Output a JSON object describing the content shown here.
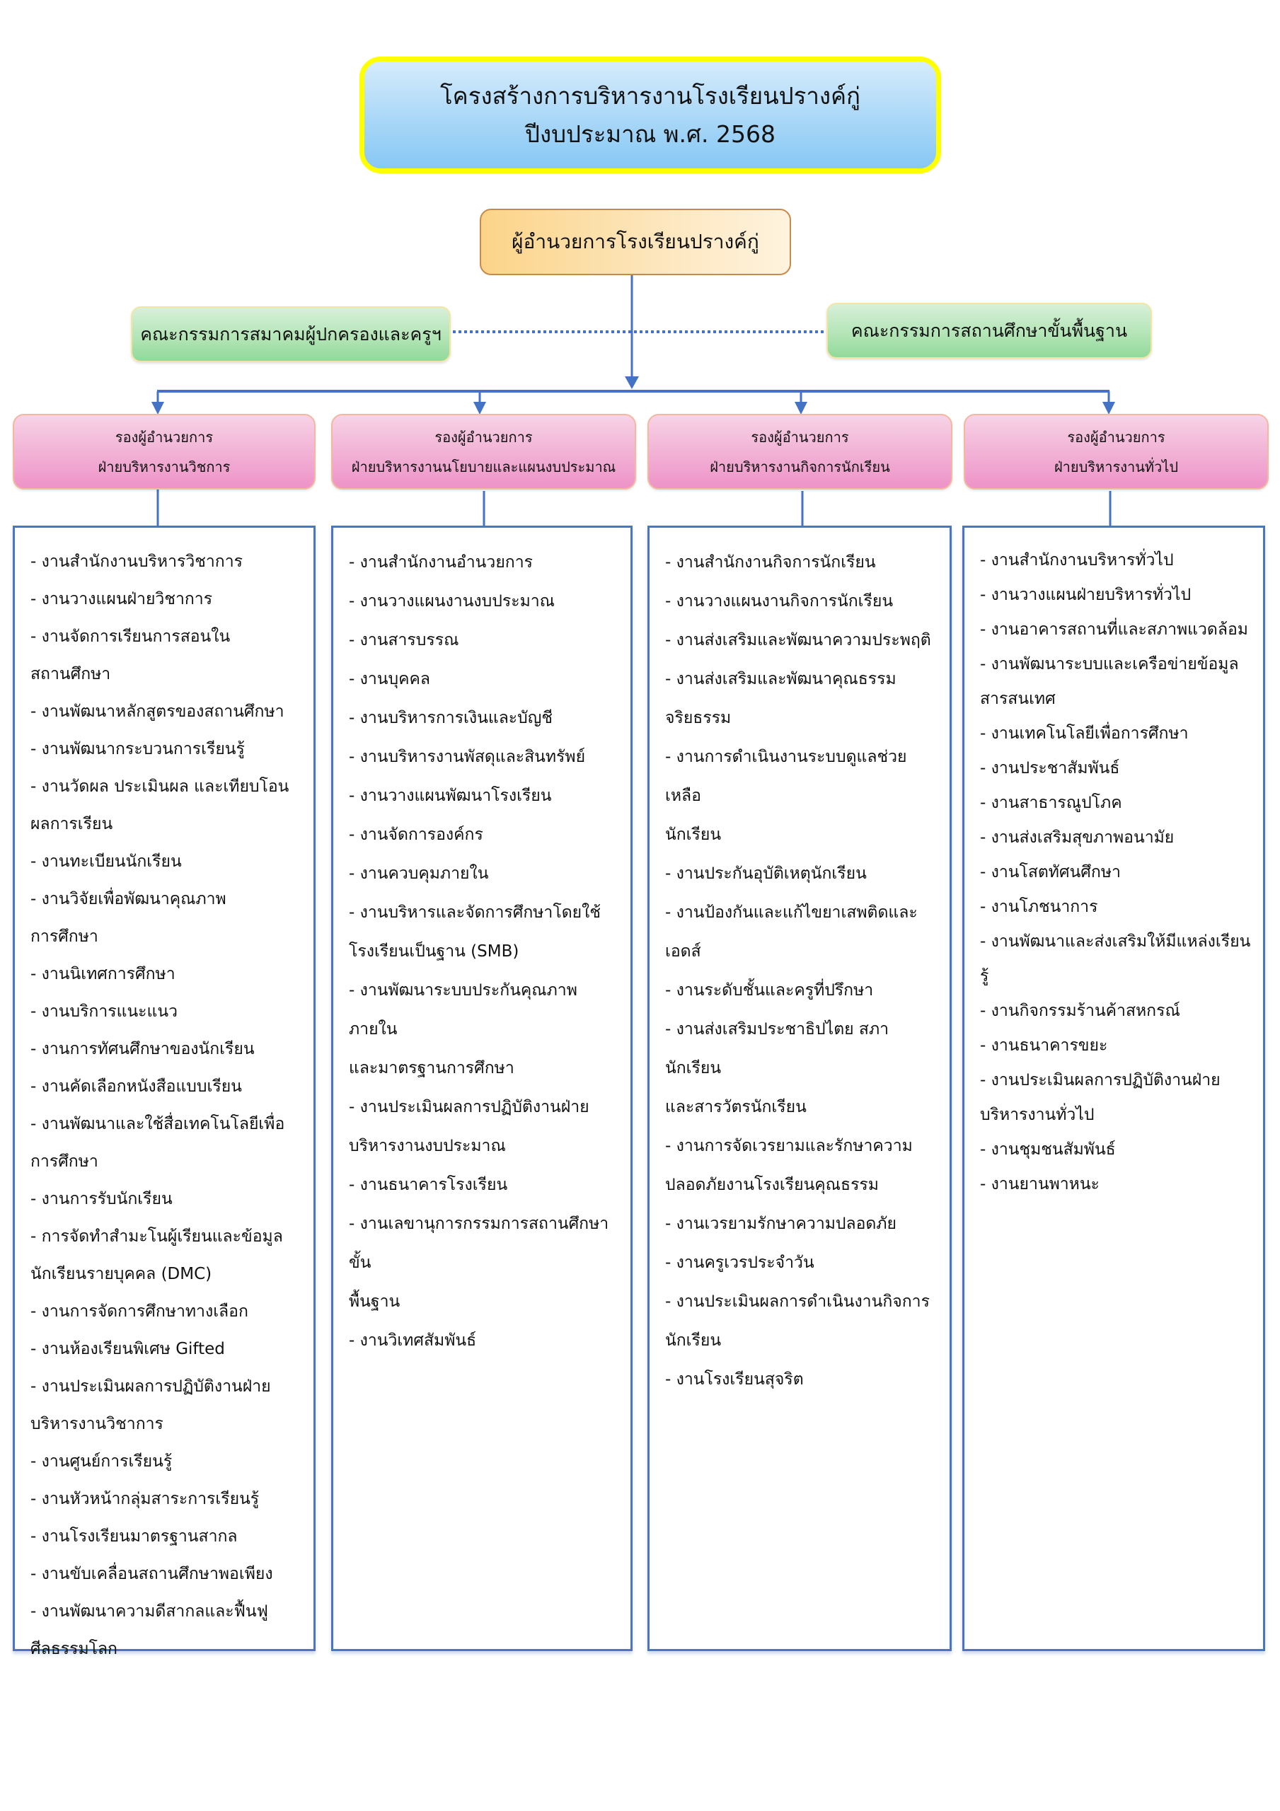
{
  "title": {
    "line1": "โครงสร้างการบริหารงานโรงเรียนปรางค์กู่",
    "line2": "ปีงบประมาณ พ.ศ. 2568"
  },
  "director": "ผู้อำนวยการโรงเรียนปรางค์กู่",
  "committees": {
    "left": "คณะกรรมการสมาคมผู้ปกครองและครูฯ",
    "right": "คณะกรรมการสถานศึกษาขั้นพื้นฐาน"
  },
  "colors": {
    "connector": "#4472c4",
    "title_border": "#ffff00",
    "list_border": "#4a74c4"
  },
  "departments": [
    {
      "role": "รองผู้อำนวยการ",
      "name": "ฝ่ายบริหารงานวิชการ",
      "tasks": [
        "- งานสำนักงานบริหารวิชาการ",
        "- งานวางแผนฝ่ายวิชาการ",
        "- งานจัดการเรียนการสอนใน",
        "สถานศึกษา",
        "- งานพัฒนาหลักสูตรของสถานศึกษา",
        "- งานพัฒนากระบวนการเรียนรู้",
        "- งานวัดผล ประเมินผล และเทียบโอน",
        "ผลการเรียน",
        "- งานทะเบียนนักเรียน",
        "- งานวิจัยเพื่อพัฒนาคุณภาพ",
        "การศึกษา",
        "- งานนิเทศการศึกษา",
        "- งานบริการแนะแนว",
        "- งานการทัศนศึกษาของนักเรียน",
        "- งานคัดเลือกหนังสือแบบเรียน",
        "- งานพัฒนาและใช้สื่อเทคโนโลยีเพื่อ",
        "การศึกษา",
        "- งานการรับนักเรียน",
        "- การจัดทำสำมะโนผู้เรียนและข้อมูล",
        "นักเรียนรายบุคคล (DMC)",
        "- งานการจัดการศึกษาทางเลือก",
        "- งานห้องเรียนพิเศษ Gifted",
        "- งานประเมินผลการปฏิบัติงานฝ่าย",
        "บริหารงานวิชาการ",
        "- งานศูนย์การเรียนรู้",
        "- งานหัวหน้ากลุ่มสาระการเรียนรู้",
        "- งานโรงเรียนมาตรฐานสากล",
        "- งานขับเคลื่อนสถานศึกษาพอเพียง",
        "- งานพัฒนาความดีสากลและฟื้นฟู",
        "ศีลธรรมโลก"
      ]
    },
    {
      "role": "รองผู้อำนวยการ",
      "name": "ฝ่ายบริหารงานนโยบายและแผนงบประมาณ",
      "tasks": [
        "- งานสำนักงานอำนวยการ",
        "- งานวางแผนงานงบประมาณ",
        "- งานสารบรรณ",
        "- งานบุคคล",
        "- งานบริหารการเงินและบัญชี",
        "- งานบริหารงานพัสดุและสินทรัพย์",
        "- งานวางแผนพัฒนาโรงเรียน",
        "- งานจัดการองค์กร",
        "- งานควบคุมภายใน",
        "- งานบริหารและจัดการศึกษาโดยใช้",
        "โรงเรียนเป็นฐาน (SMB)",
        "- งานพัฒนาระบบประกันคุณภาพภายใน",
        "และมาตรฐานการศึกษา",
        "- งานประเมินผลการปฏิบัติงานฝ่าย",
        "บริหารงานงบประมาณ",
        "- งานธนาคารโรงเรียน",
        "- งานเลขานุการกรรมการสถานศึกษาขั้น",
        "พื้นฐาน",
        "- งานวิเทศสัมพันธ์"
      ]
    },
    {
      "role": "รองผู้อำนวยการ",
      "name": "ฝ่ายบริหารงานกิจการนักเรียน",
      "tasks": [
        "- งานสำนักงานกิจการนักเรียน",
        "- งานวางแผนงานกิจการนักเรียน",
        "- งานส่งเสริมและพัฒนาความประพฤติ",
        "- งานส่งเสริมและพัฒนาคุณธรรม",
        "จริยธรรม",
        "- งานการดำเนินงานระบบดูแลช่วยเหลือ",
        "นักเรียน",
        "- งานประกันอุบัติเหตุนักเรียน",
        "- งานป้องกันและแก้ไขยาเสพติดและเอดส์",
        "- งานระดับชั้นและครูที่ปรึกษา",
        "- งานส่งเสริมประชาธิปไตย สภานักเรียน",
        "และสารวัตรนักเรียน",
        "- งานการจัดเวรยามและรักษาความ",
        "ปลอดภัยงานโรงเรียนคุณธรรม",
        "- งานเวรยามรักษาความปลอดภัย",
        "- งานครูเวรประจำวัน",
        "- งานประเมินผลการดำเนินงานกิจการ",
        "นักเรียน",
        "- งานโรงเรียนสุจริต"
      ]
    },
    {
      "role": "รองผู้อำนวยการ",
      "name": "ฝ่ายบริหารงานทั่วไป",
      "tasks": [
        "- งานสำนักงานบริหารทั่วไป",
        "- งานวางแผนฝ่ายบริหารทั่วไป",
        "- งานอาคารสถานที่และสภาพแวดล้อม",
        "- งานพัฒนาระบบและเครือข่ายข้อมูล",
        "สารสนเทศ",
        "- งานเทคโนโลยีเพื่อการศึกษา",
        "- งานประชาสัมพันธ์",
        "- งานสาธารณูปโภค",
        "- งานส่งเสริมสุขภาพอนามัย",
        "- งานโสตทัศนศึกษา",
        "- งานโภชนาการ",
        "- งานพัฒนาและส่งเสริมให้มีแหล่งเรียนรู้",
        "- งานกิจกรรมร้านค้าสหกรณ์",
        "- งานธนาคารขยะ",
        "- งานประเมินผลการปฏิบัติงานฝ่าย",
        "บริหารงานทั่วไป",
        "- งานชุมชนสัมพันธ์",
        "- งานยานพาหนะ"
      ]
    }
  ]
}
